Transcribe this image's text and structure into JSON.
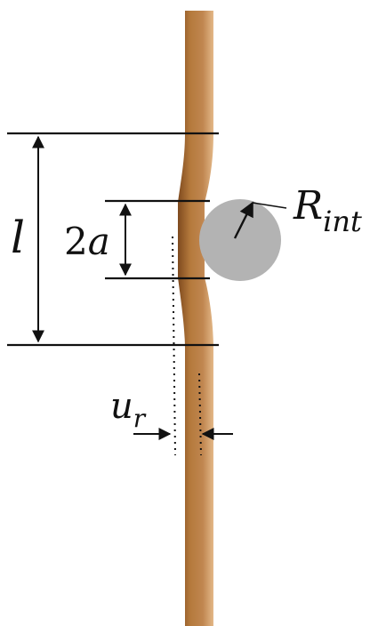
{
  "labels": {
    "length": "l",
    "half_contact_base": "2a",
    "half_contact_factor": "2",
    "half_contact_symbol": "a",
    "radius_symbol": "R",
    "radius_subscript": "int",
    "displacement_symbol": "u",
    "displacement_subscript": "r"
  },
  "colors": {
    "fiber": "#b57a3c",
    "fiber_dark": "#8a5424",
    "fiber_light": "#d8a46a",
    "particle": "#b3b3b3",
    "line": "#111111",
    "background": "#ffffff"
  }
}
